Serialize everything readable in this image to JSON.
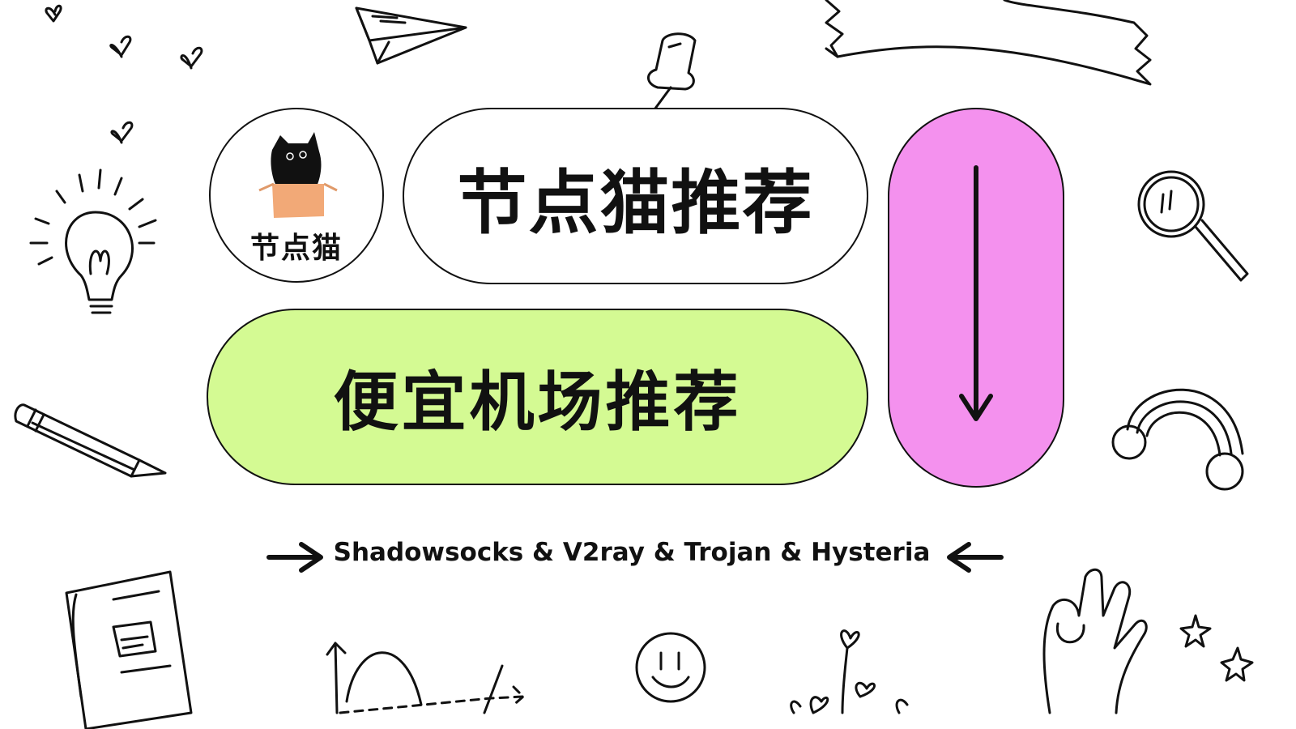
{
  "logo": {
    "text": "节点猫",
    "icon": "cat-in-box-icon"
  },
  "title": "节点猫推荐",
  "subtitle": "便宜机场推荐",
  "protocols": "Shadowsocks & V2ray & Trojan & Hysteria",
  "colors": {
    "subtitle_pill": "#d4fa93",
    "arrow_pill": "#f491ee",
    "ink": "#111111"
  },
  "decorations": [
    "heart-icon",
    "paper-plane-icon",
    "push-pin-icon",
    "ribbon-banner-icon",
    "light-bulb-icon",
    "magnifier-icon",
    "pencil-icon",
    "rainbow-icon",
    "notebook-icon",
    "graph-icon",
    "smiley-icon",
    "plant-icon",
    "ok-hand-icon",
    "star-icon",
    "arrow-down-icon",
    "arrow-right-icon",
    "arrow-left-icon"
  ]
}
